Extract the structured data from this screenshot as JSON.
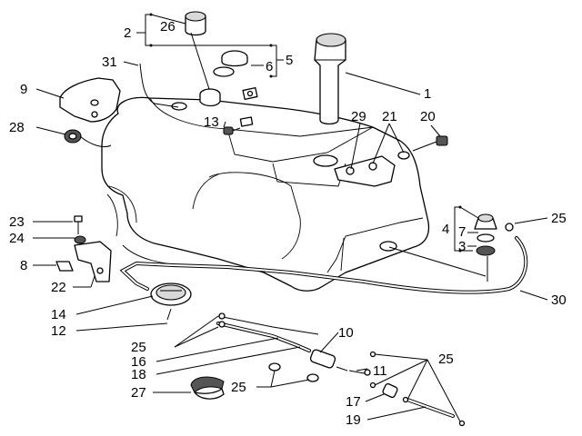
{
  "callouts": {
    "c1": "1",
    "c2": "2",
    "c3": "3",
    "c4": "4",
    "c5": "5",
    "c6": "6",
    "c7": "7",
    "c8": "8",
    "c9": "9",
    "c10": "10",
    "c11": "11",
    "c12": "12",
    "c13": "13",
    "c14": "14",
    "c16": "16",
    "c17": "17",
    "c18": "18",
    "c19": "19",
    "c20": "20",
    "c21": "21",
    "c22": "22",
    "c23": "23",
    "c24": "24",
    "c25_top": "25",
    "c25_left": "25",
    "c25_mid": "25",
    "c25_right": "25",
    "c26": "26",
    "c27": "27",
    "c28": "28",
    "c29": "29",
    "c30": "30",
    "c31": "31"
  }
}
